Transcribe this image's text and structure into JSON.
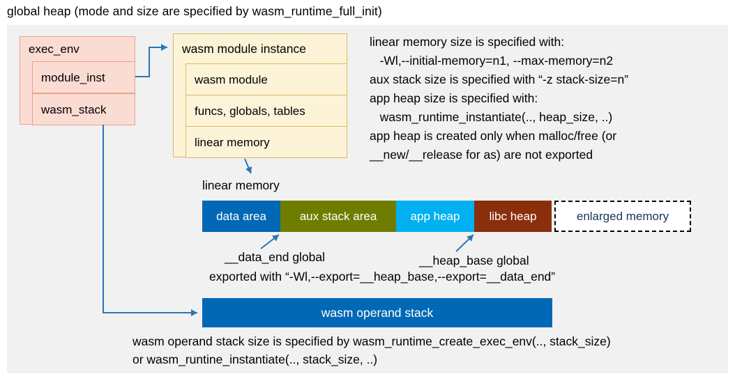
{
  "title": "global heap (mode and size are specified by wasm_runtime_full_init)",
  "exec_env": {
    "header": "exec_env",
    "rows": [
      "module_inst",
      "wasm_stack"
    ]
  },
  "module_instance": {
    "header": "wasm module instance",
    "rows": [
      "wasm module",
      "funcs, globals, tables",
      "linear memory"
    ]
  },
  "notes": [
    "linear memory size is specified with:",
    "   -Wl,--initial-memory=n1, --max-memory=n2",
    "aux stack size is specified with “-z stack-size=n”",
    "app heap size is specified with:",
    "   wasm_runtime_instantiate(.., heap_size, ..)",
    "app heap is created only when malloc/free (or",
    "__new/__release for as) are not exported"
  ],
  "linear_memory": {
    "label": "linear memory",
    "segments": [
      {
        "label": "data area",
        "color": "#0068b5",
        "text_color": "#ffffff"
      },
      {
        "label": "aux stack area",
        "color": "#6e7d00",
        "text_color": "#ffffff"
      },
      {
        "label": "app heap",
        "color": "#00b0f0",
        "text_color": "#ffffff"
      },
      {
        "label": "libc heap",
        "color": "#8b2e0c",
        "text_color": "#ffffff"
      },
      {
        "label": "enlarged memory",
        "color": "#ffffff",
        "text_color": "#17355e"
      }
    ]
  },
  "annotations": {
    "data_end_label": "__data_end global",
    "heap_base_label": "__heap_base global",
    "export_note": "exported with “-Wl,--export=__heap_base,--export=__data_end”"
  },
  "operand_stack": {
    "label": "wasm operand stack",
    "color": "#0068b5"
  },
  "footer_notes": [
    "wasm operand stack size is specified by wasm_runtime_create_exec_env(.., stack_size)",
    "or wasm_runtine_instantiate(.., stack_size, ..)"
  ],
  "colors": {
    "panel_bg": "#f1f1f1",
    "exec_env_fill": "#fbdcd2",
    "exec_env_border": "#e8a18e",
    "instance_fill": "#fdf3d7",
    "instance_border": "#d9b961",
    "arrow": "#2e75b6",
    "enlarged_border": "#000000"
  }
}
